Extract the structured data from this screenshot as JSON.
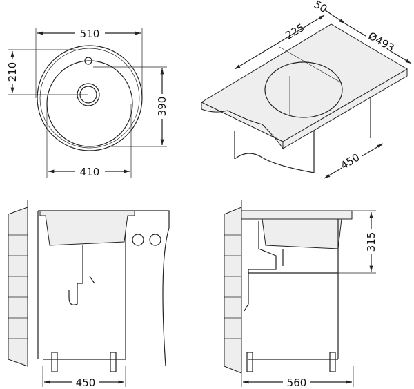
{
  "top_view": {
    "width_outer": "510",
    "width_inner": "410",
    "drain_offset": "210",
    "bowl_depth_dim": "390"
  },
  "countertop_view": {
    "edge_offset": "50",
    "center_offset": "225",
    "cutout_diameter": "Ø493",
    "cabinet_depth": "450"
  },
  "front_view": {
    "cabinet_width": "450"
  },
  "side_view": {
    "cabinet_width": "560",
    "bowl_depth": "315"
  }
}
